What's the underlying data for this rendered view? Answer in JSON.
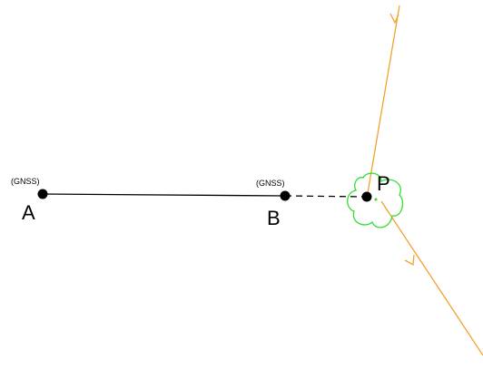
{
  "points": {
    "a": {
      "label": "A",
      "tag": "(GNSS)"
    },
    "b": {
      "label": "B",
      "tag": "(GNSS)"
    },
    "p": {
      "label": "P"
    }
  },
  "colors": {
    "baseline": "#000000",
    "extension": "#000000",
    "ray": "#f5a030",
    "uncertainty": "#33dd33",
    "point": "#000000"
  }
}
